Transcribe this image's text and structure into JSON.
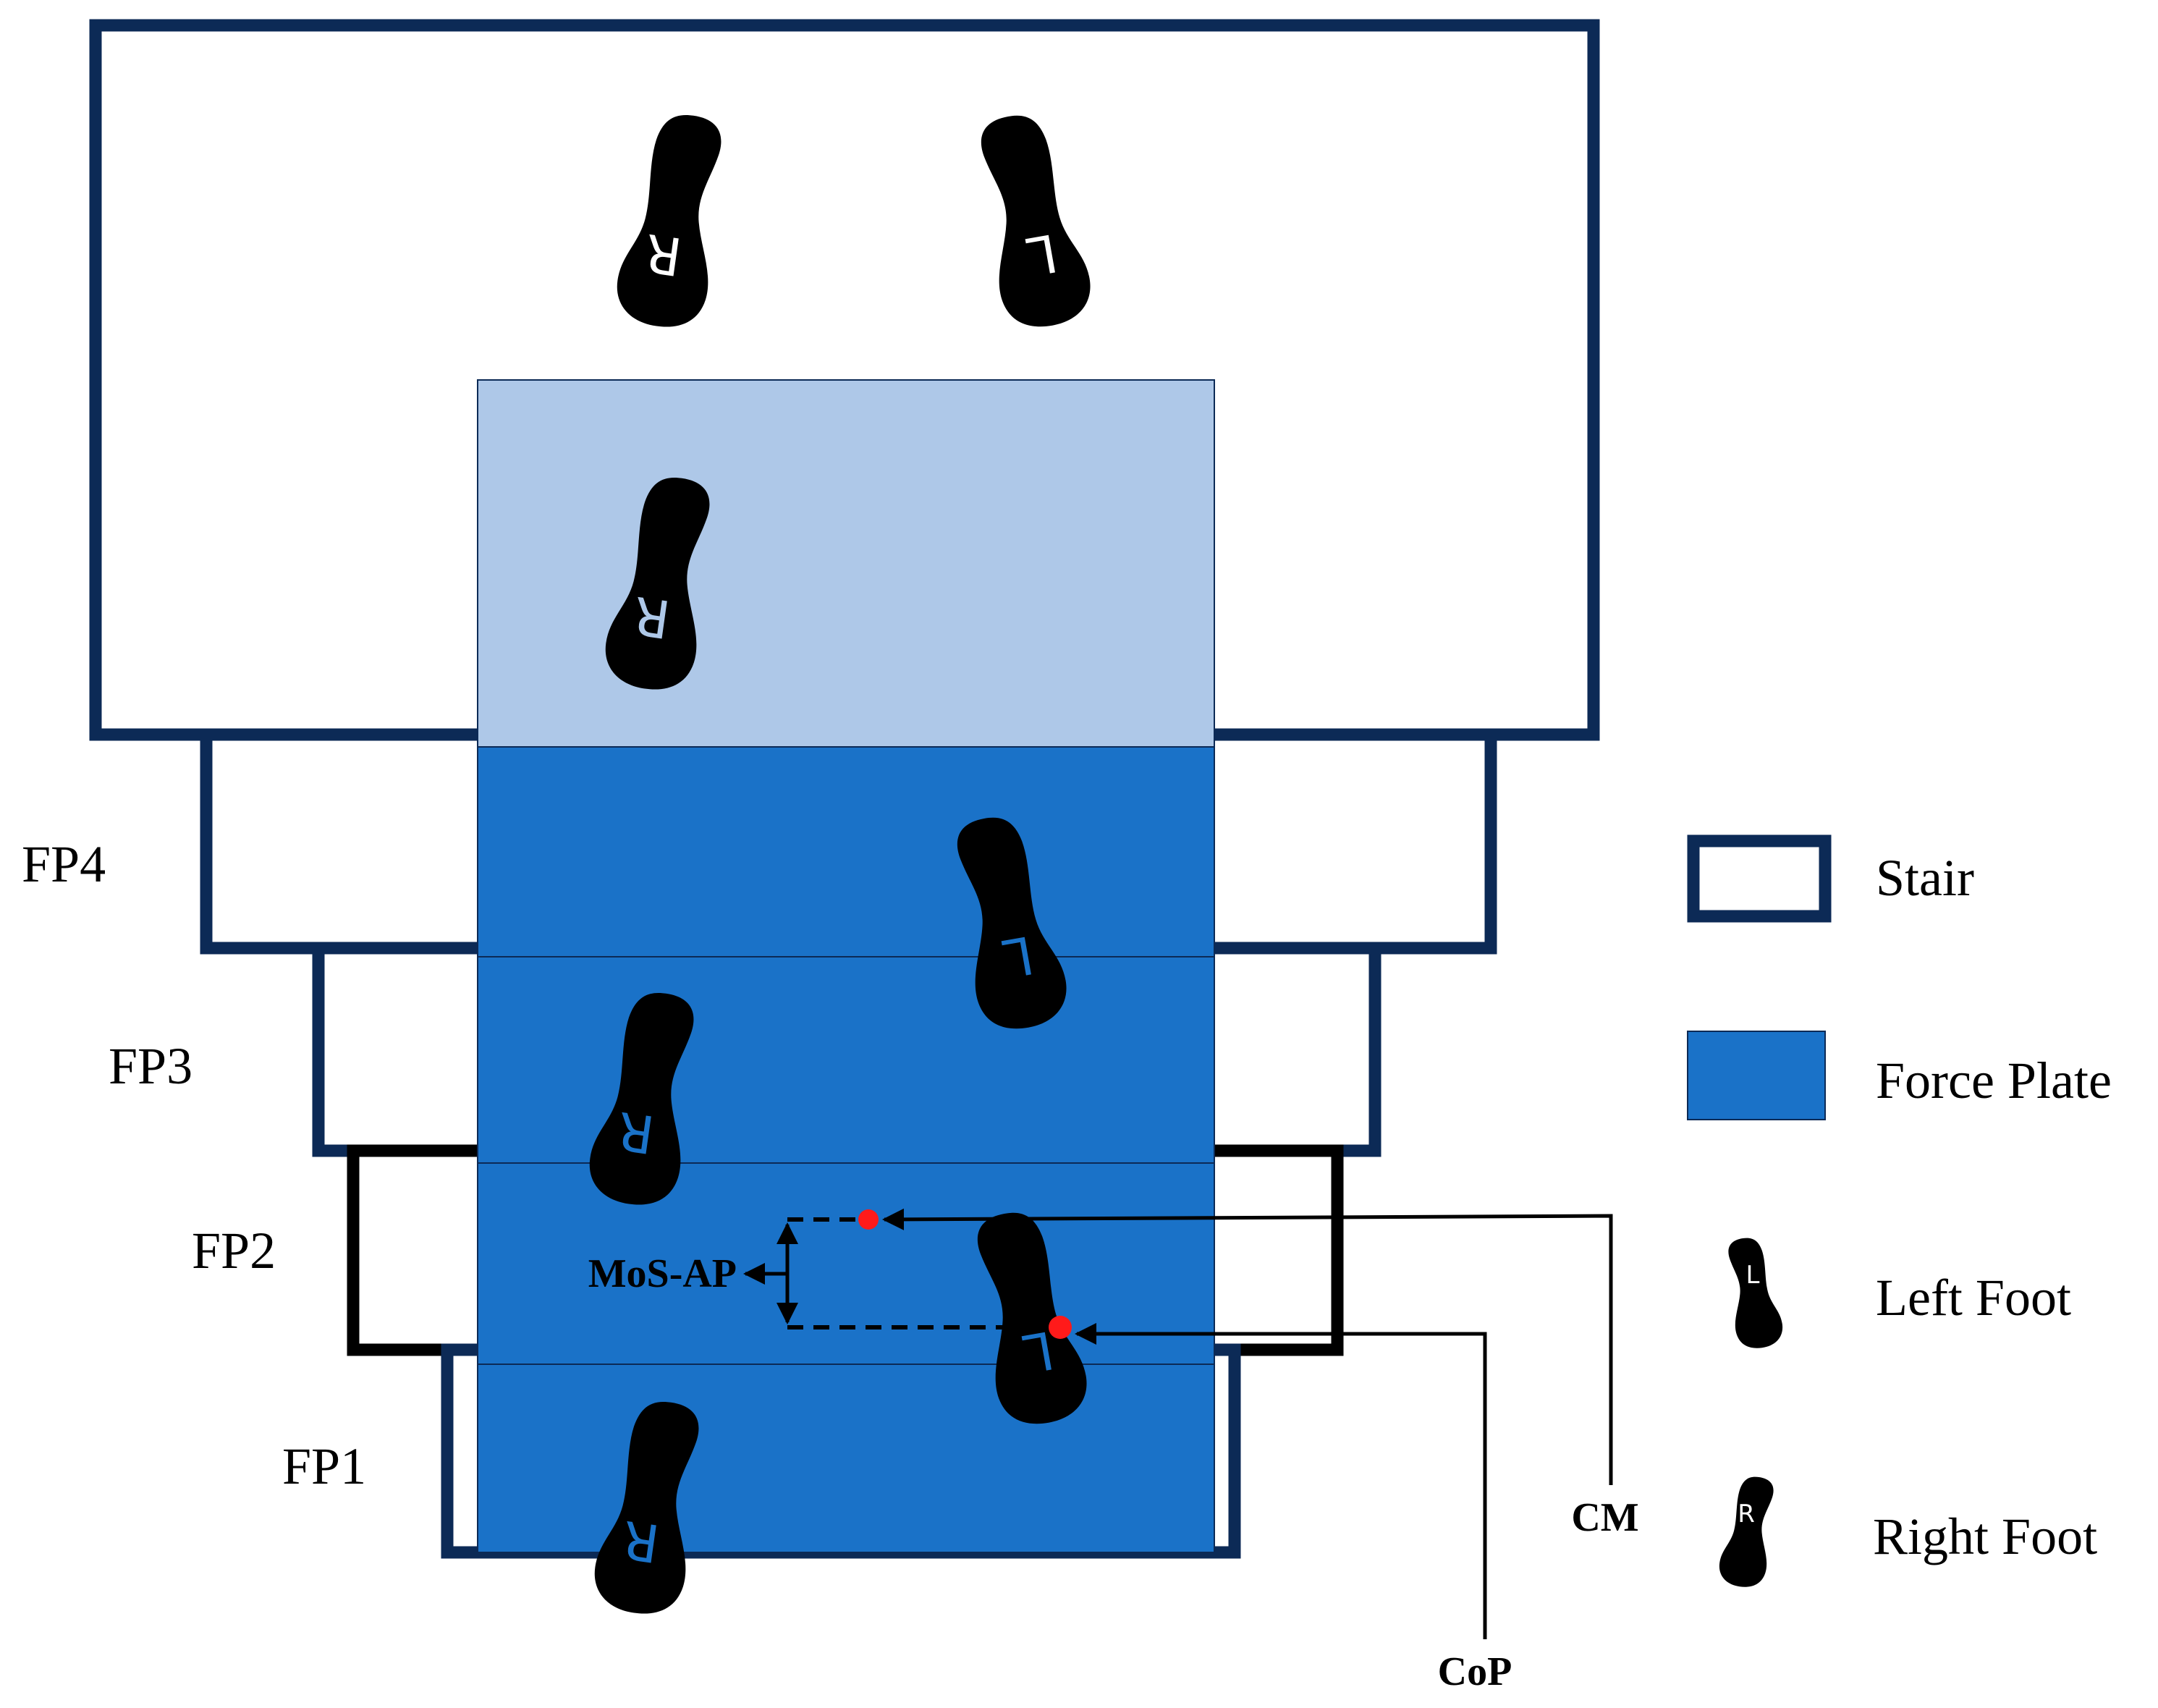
{
  "colors": {
    "stair_border": "#0c2a56",
    "force_plate": "#1a72c8",
    "top_plate": "#aec8e8",
    "foot": "#000000",
    "marker": "#ff1a1a",
    "line": "#000000"
  },
  "force_plates": [
    {
      "label": "FP4"
    },
    {
      "label": "FP3"
    },
    {
      "label": "FP2"
    },
    {
      "label": "FP1"
    }
  ],
  "feet": [
    {
      "side": "right",
      "letter": "R",
      "icon": "right-foot-icon"
    },
    {
      "side": "left",
      "letter": "L",
      "icon": "left-foot-icon"
    },
    {
      "side": "right",
      "letter": "R",
      "icon": "right-foot-icon"
    },
    {
      "side": "left",
      "letter": "L",
      "icon": "left-foot-icon"
    },
    {
      "side": "right",
      "letter": "R",
      "icon": "right-foot-icon"
    },
    {
      "side": "left",
      "letter": "L",
      "icon": "left-foot-icon"
    },
    {
      "side": "right",
      "letter": "R",
      "icon": "right-foot-icon"
    }
  ],
  "annotations": {
    "mos_ap": "MoS-AP",
    "cm": "CM",
    "cop": "CoP"
  },
  "legend": {
    "stair": "Stair",
    "force_plate": "Force Plate",
    "left_foot": "Left Foot",
    "left_foot_letter": "L",
    "right_foot": "Right Foot",
    "right_foot_letter": "R"
  }
}
